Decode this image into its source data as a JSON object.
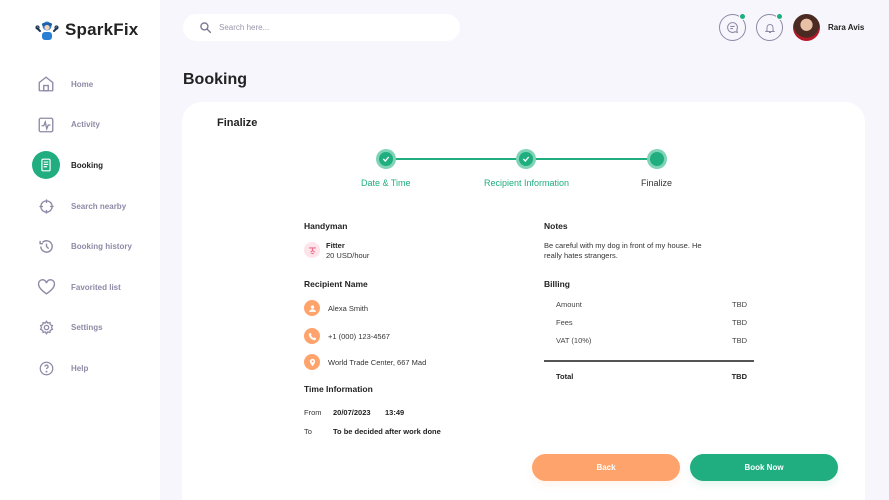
{
  "app": {
    "name": "SparkFix"
  },
  "sidebar": {
    "items": [
      {
        "label": "Home",
        "icon": "home-icon",
        "active": false
      },
      {
        "label": "Activity",
        "icon": "activity-icon",
        "active": false
      },
      {
        "label": "Booking",
        "icon": "booking-icon",
        "active": true
      },
      {
        "label": "Search nearby",
        "icon": "crosshair-icon",
        "active": false
      },
      {
        "label": "Booking history",
        "icon": "history-icon",
        "active": false
      },
      {
        "label": "Favorited list",
        "icon": "heart-icon",
        "active": false
      },
      {
        "label": "Settings",
        "icon": "gear-icon",
        "active": false
      },
      {
        "label": "Help",
        "icon": "help-icon",
        "active": false
      }
    ]
  },
  "header": {
    "search": {
      "placeholder": "Search here...",
      "value": ""
    },
    "user": {
      "name": "Rara Avis"
    }
  },
  "page": {
    "title": "Booking"
  },
  "card": {
    "title": "Finalize",
    "steps": [
      {
        "label": "Date & Time",
        "status": "done"
      },
      {
        "label": "Recipient Information",
        "status": "done"
      },
      {
        "label": "Finalize",
        "status": "current"
      }
    ],
    "handyman": {
      "title": "Handyman",
      "role": "Fitter",
      "rate": "20 USD/hour"
    },
    "recipient": {
      "title": "Recipient Name",
      "name": "Alexa Smith",
      "phone": "+1 (000) 123-4567",
      "address": "World Trade Center, 667 Mad"
    },
    "time": {
      "title": "Time Information",
      "from_label": "From",
      "from_date": "20/07/2023",
      "from_time": "13:49",
      "to_label": "To",
      "to_value": "To be decided after work done"
    },
    "notes": {
      "title": "Notes",
      "text_line1": "Be careful with my dog in front of my house. He",
      "text_line2": "really hates strangers."
    },
    "billing": {
      "title": "Billing",
      "rows": [
        {
          "label": "Amount",
          "value": "TBD"
        },
        {
          "label": "Fees",
          "value": "TBD"
        },
        {
          "label": "VAT (10%)",
          "value": "TBD"
        }
      ],
      "total": {
        "label": "Total",
        "value": "TBD"
      }
    },
    "buttons": {
      "back": "Back",
      "book": "Book Now"
    }
  },
  "colors": {
    "accent": "#20ad80",
    "secondary": "#ffa36c",
    "muted": "#8e8aa6"
  }
}
